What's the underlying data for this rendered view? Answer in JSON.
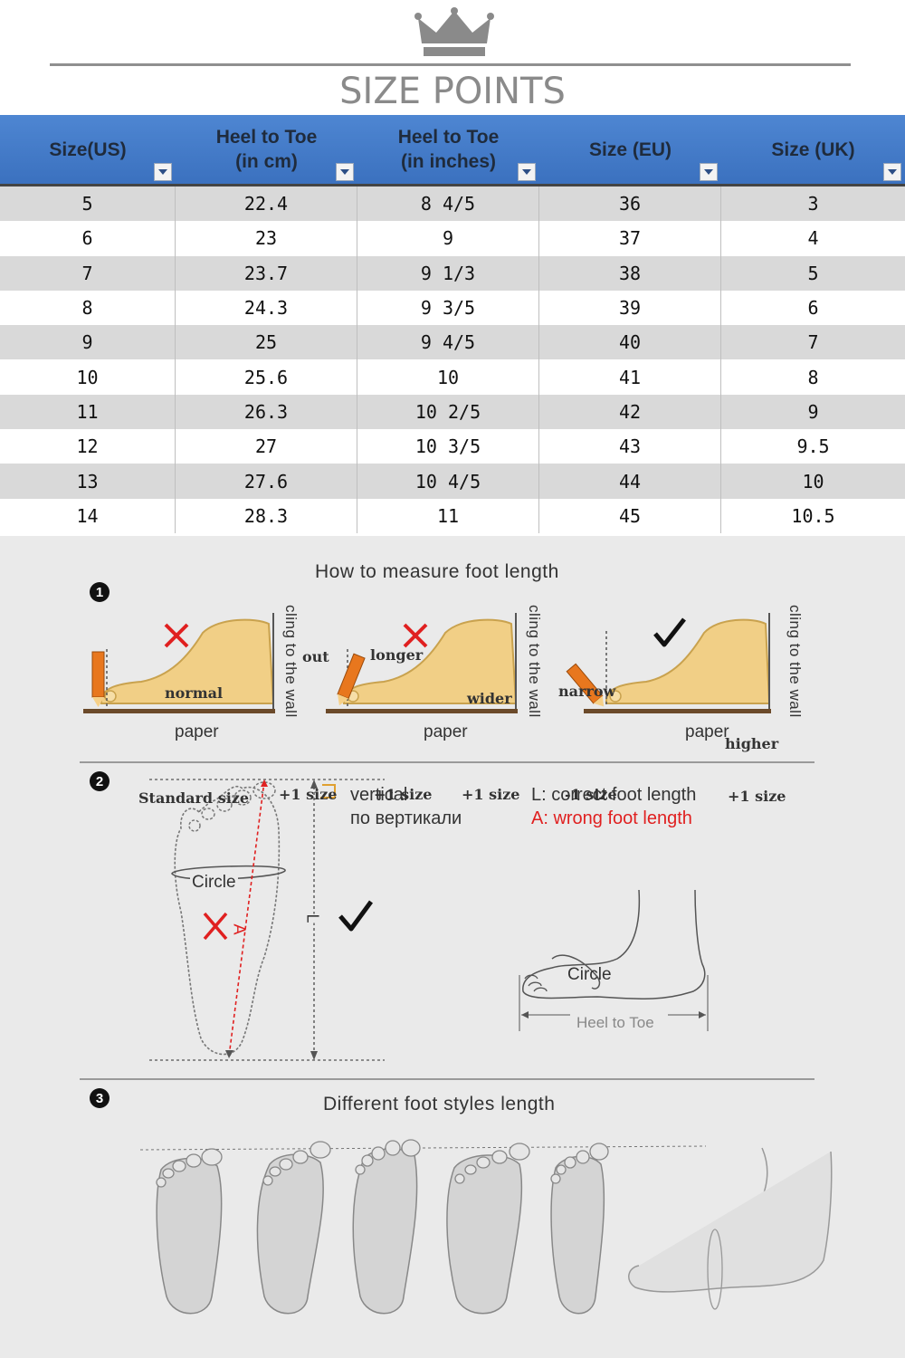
{
  "header": {
    "title": "SIZE POINTS",
    "icon": "crown-icon"
  },
  "table": {
    "columns": [
      {
        "line1": "Size(US)",
        "line2": ""
      },
      {
        "line1": "Heel to Toe",
        "line2": "(in cm)"
      },
      {
        "line1": "Heel to Toe",
        "line2": "(in inches)"
      },
      {
        "line1": "Size (EU)",
        "line2": ""
      },
      {
        "line1": "Size (UK)",
        "line2": ""
      }
    ],
    "rows": [
      [
        "5",
        "22.4",
        "8 4/5",
        "36",
        "3"
      ],
      [
        "6",
        "23",
        "9",
        "37",
        "4"
      ],
      [
        "7",
        "23.7",
        "9 1/3",
        "38",
        "5"
      ],
      [
        "8",
        "24.3",
        "9 3/5",
        "39",
        "6"
      ],
      [
        "9",
        "25",
        "9 4/5",
        "40",
        "7"
      ],
      [
        "10",
        "25.6",
        "10",
        "41",
        "8"
      ],
      [
        "11",
        "26.3",
        "10 2/5",
        "42",
        "9"
      ],
      [
        "12",
        "27",
        "10 3/5",
        "43",
        "9.5"
      ],
      [
        "13",
        "27.6",
        "10 4/5",
        "44",
        "10"
      ],
      [
        "14",
        "28.3",
        "11",
        "45",
        "10.5"
      ]
    ],
    "header_color": "#4a82cf",
    "stripe_color": "#d9d9d9"
  },
  "guide": {
    "step1": {
      "number": "1",
      "title": "How to measure foot length",
      "paper_label": "paper",
      "wall_label": "cling to the wall"
    },
    "step2": {
      "number": "2",
      "vertical_en": "vertical",
      "vertical_ru": "по вертикали",
      "correct": "L: correct foot length",
      "wrong": "A: wrong foot length",
      "circle": "Circle",
      "letter_a": "A",
      "letter_l": "L",
      "heel_to_toe": "Heel to Toe"
    },
    "step3": {
      "number": "3",
      "title": "Different foot styles length",
      "feet": [
        {
          "type": "normal",
          "size": "Standard size"
        },
        {
          "type": "out",
          "size": "+1 size"
        },
        {
          "type": "longer",
          "size": "+1 size"
        },
        {
          "type": "wider",
          "size": "+1 size"
        },
        {
          "type": "narrow",
          "size": "-1 size"
        },
        {
          "type": "higher",
          "size": "+1 size"
        }
      ]
    },
    "colors": {
      "wrong": "#e02020",
      "foot_fill": "#f1cf86",
      "pencil": "#e8771e"
    }
  }
}
